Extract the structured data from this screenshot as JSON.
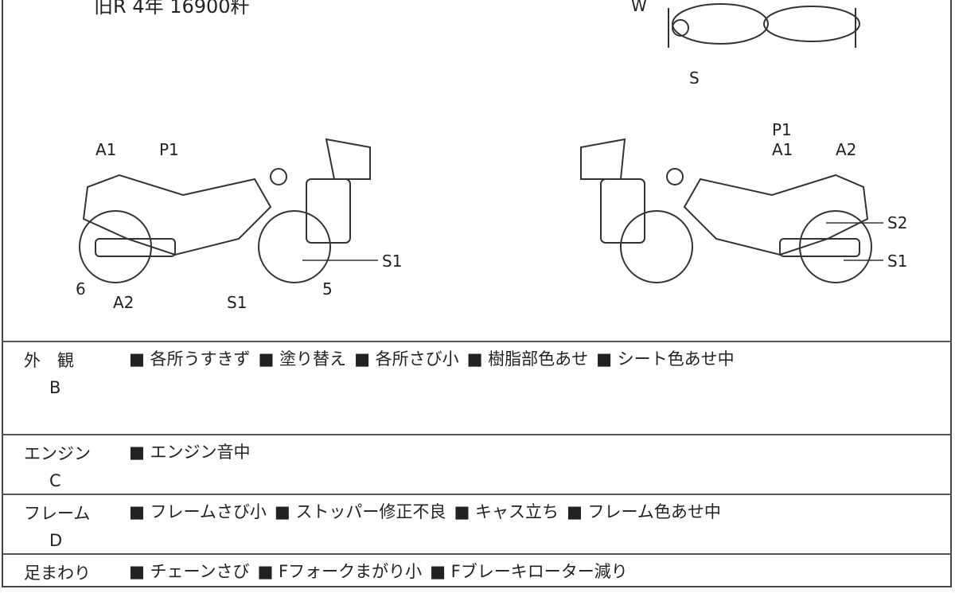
{
  "header": {
    "title": "旧R 4年 16900粁"
  },
  "diagram_labels": {
    "top": [
      "W",
      "S"
    ],
    "left": [
      "A1",
      "P1",
      "6",
      "A2",
      "S1",
      "5",
      "S1"
    ],
    "right": [
      "P1",
      "A1",
      "A2",
      "S2",
      "S1"
    ]
  },
  "rows": [
    {
      "label": "外　観",
      "grade": "B",
      "items": [
        "各所うすきず",
        "塗り替え",
        "各所さび小",
        "樹脂部色あせ",
        "シート色あせ中"
      ]
    },
    {
      "label": "エンジン",
      "grade": "C",
      "items": [
        "エンジン音中"
      ]
    },
    {
      "label": "フレーム",
      "grade": "D",
      "items": [
        "フレームさび小",
        "ストッパー修正不良",
        "キャス立ち",
        "フレーム色あせ中"
      ]
    },
    {
      "label": "足まわり",
      "grade": "",
      "items": [
        "チェーンさび",
        "Fフォークまがり小",
        "Fブレーキローター減り"
      ]
    }
  ]
}
